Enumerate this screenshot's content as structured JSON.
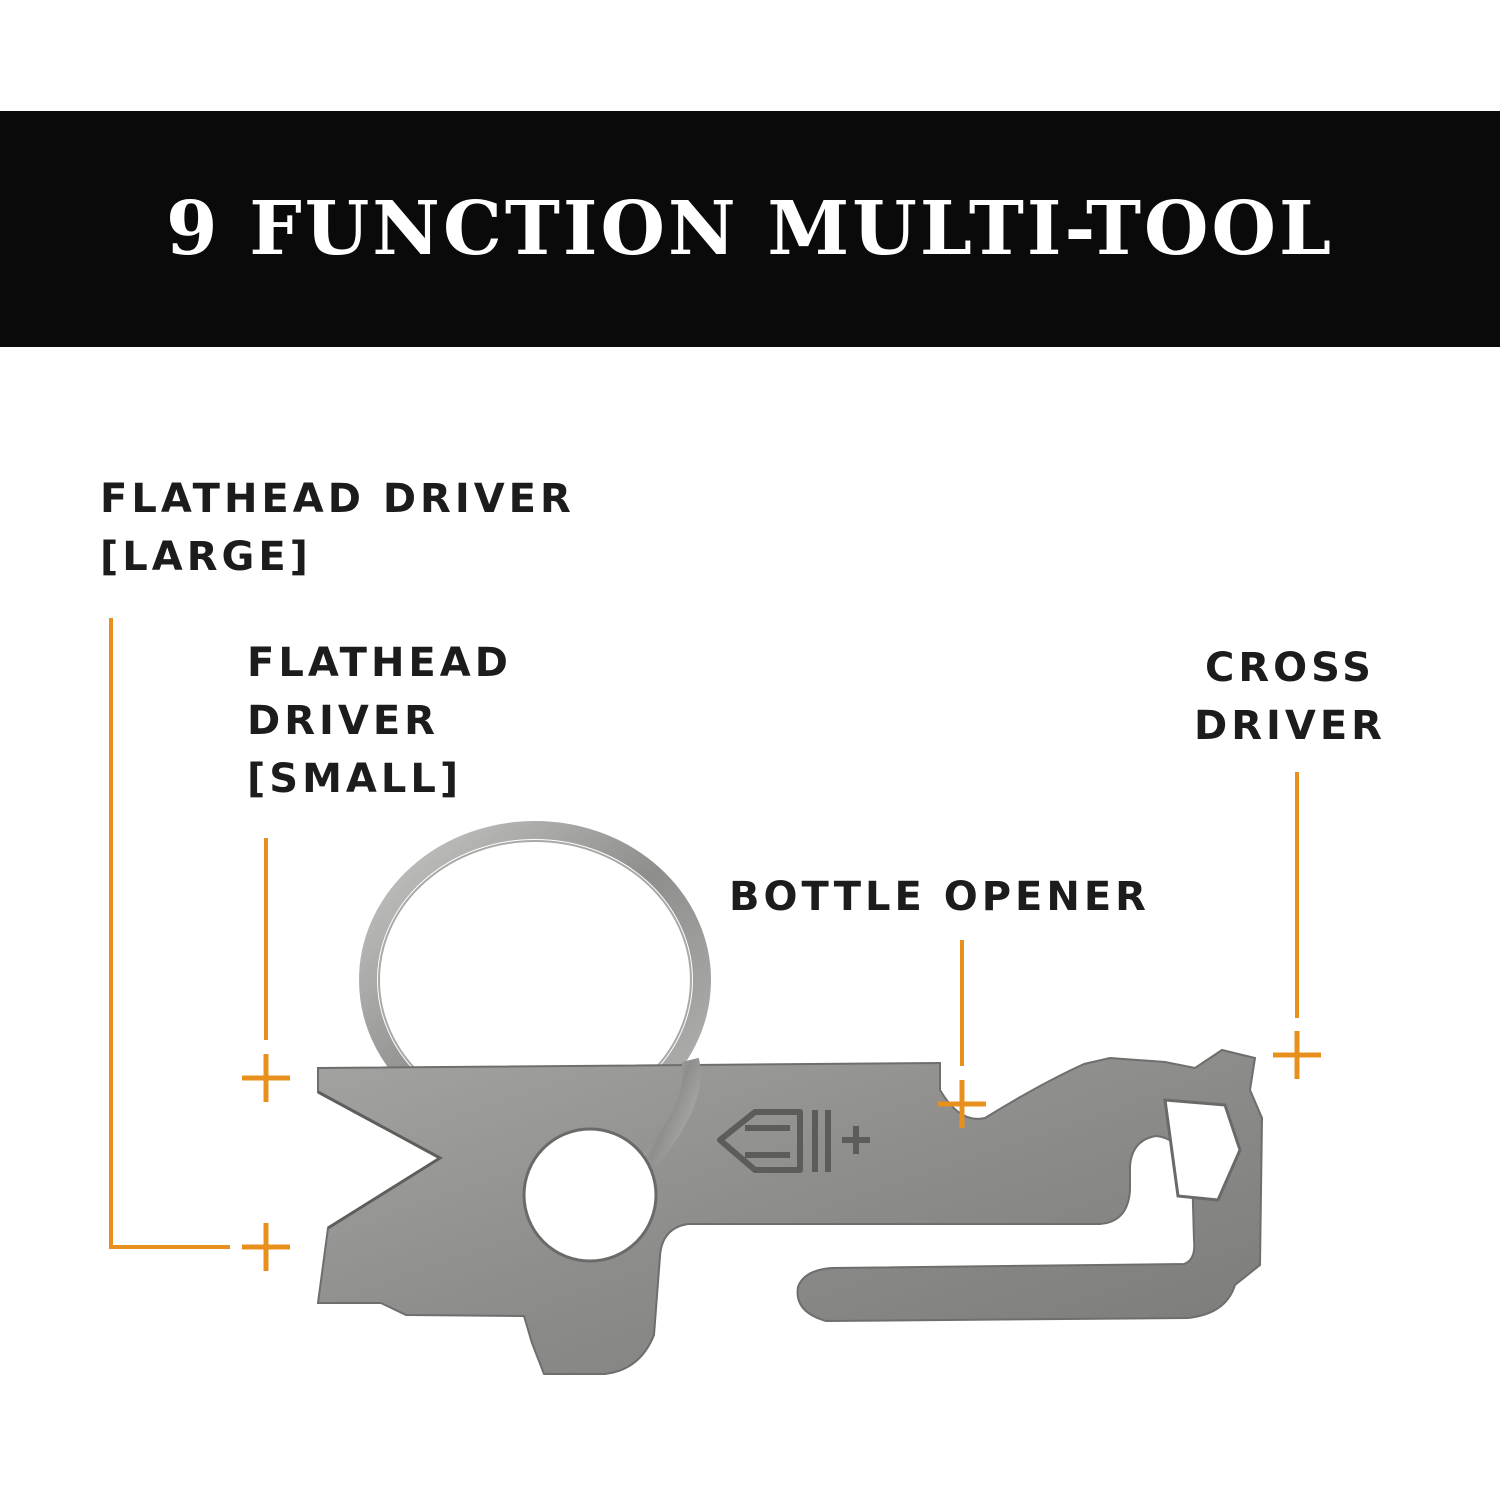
{
  "banner": {
    "title": "9 FUNCTION MULTI-TOOL"
  },
  "callouts": {
    "flathead_large": {
      "line1": "FLATHEAD DRIVER",
      "line2": "[LARGE]"
    },
    "flathead_small": {
      "line1": "FLATHEAD",
      "line2": "DRIVER",
      "line3": "[SMALL]"
    },
    "cross_driver": {
      "line1": "CROSS",
      "line2": "DRIVER"
    },
    "bottle_opener": {
      "line1": "BOTTLE OPENER"
    }
  },
  "colors": {
    "banner_bg": "#0a0a0a",
    "banner_text": "#ffffff",
    "label_text": "#1c1c1c",
    "accent": "#e8901e",
    "tool_metal": "#8f8f8d"
  },
  "icons": {
    "tool": "keychain-multi-tool-image",
    "ring": "split-key-ring",
    "marker": "plus-crosshair-marker",
    "logo": "brand-logo-emboss"
  }
}
